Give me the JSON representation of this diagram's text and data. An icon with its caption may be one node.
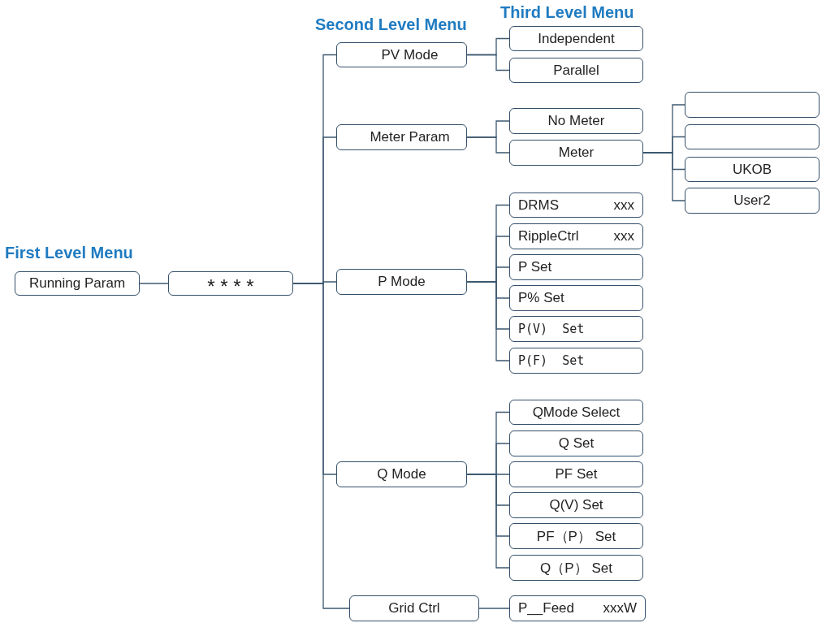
{
  "diagram": {
    "nodes": [
      {
        "text": [
          "Running Param"
        ]
      },
      {
        "text": [
          "* * * *"
        ]
      },
      {
        "text": [
          "PV Mode"
        ]
      },
      {
        "text": [
          "Meter Param"
        ]
      },
      {
        "text": [
          "P Mode"
        ]
      },
      {
        "text": [
          "Q Mode"
        ]
      },
      {
        "text": [
          "Grid Ctrl"
        ]
      },
      {
        "text": [
          "Independent"
        ]
      },
      {
        "text": [
          "Parallel"
        ]
      },
      {
        "text": [
          "No Meter"
        ]
      },
      {
        "text": [
          "Meter"
        ]
      },
      {
        "text": [],
        "shape": "box"
      },
      {
        "text": [],
        "shape": "box"
      },
      {
        "text": [
          "UKOB"
        ]
      },
      {
        "text": [
          "User2"
        ]
      },
      {
        "text": [
          "DRMS",
          "xxx"
        ]
      },
      {
        "text": [
          "RippleCtrl",
          "xxx"
        ]
      },
      {
        "text": [
          "P Set"
        ]
      },
      {
        "text": [
          "P% Set"
        ]
      },
      {
        "text": [
          "P(V)  Set"
        ]
      },
      {
        "text": [
          "P(F)  Set"
        ]
      },
      {
        "text": [
          "QMode Select"
        ]
      },
      {
        "text": [
          "Q Set"
        ]
      },
      {
        "text": [
          "PF Set"
        ]
      },
      {
        "text": [
          "Q(V) Set"
        ]
      },
      {
        "text": [
          "PF（P） Set"
        ]
      },
      {
        "text": [
          "Q（P） Set"
        ]
      },
      {
        "text": [
          "P__Feed",
          "xxxW"
        ]
      }
    ],
    "edges": [
      {
        "from": 0,
        "to": 1,
        "arrow": "none"
      },
      {
        "from": 1,
        "to": 2,
        "arrow": "none"
      },
      {
        "from": 1,
        "to": 3,
        "arrow": "none"
      },
      {
        "from": 1,
        "to": 4,
        "arrow": "none"
      },
      {
        "from": 1,
        "to": 5,
        "arrow": "none"
      },
      {
        "from": 1,
        "to": 6,
        "arrow": "none"
      },
      {
        "from": 2,
        "to": 7,
        "arrow": "none"
      },
      {
        "from": 2,
        "to": 8,
        "arrow": "none"
      },
      {
        "from": 3,
        "to": 9,
        "arrow": "none"
      },
      {
        "from": 3,
        "to": 10,
        "arrow": "none"
      },
      {
        "from": 10,
        "to": 11,
        "arrow": "none"
      },
      {
        "from": 10,
        "to": 12,
        "arrow": "none"
      },
      {
        "from": 10,
        "to": 13,
        "arrow": "none"
      },
      {
        "from": 10,
        "to": 14,
        "arrow": "none"
      },
      {
        "from": 4,
        "to": 15,
        "arrow": "none"
      },
      {
        "from": 4,
        "to": 16,
        "arrow": "none"
      },
      {
        "from": 4,
        "to": 17,
        "arrow": "none"
      },
      {
        "from": 4,
        "to": 18,
        "arrow": "none"
      },
      {
        "from": 4,
        "to": 19,
        "arrow": "none"
      },
      {
        "from": 4,
        "to": 20,
        "arrow": "none"
      },
      {
        "from": 5,
        "to": 21,
        "arrow": "none"
      },
      {
        "from": 5,
        "to": 22,
        "arrow": "none"
      },
      {
        "from": 5,
        "to": 23,
        "arrow": "none"
      },
      {
        "from": 5,
        "to": 24,
        "arrow": "none"
      },
      {
        "from": 5,
        "to": 25,
        "arrow": "none"
      },
      {
        "from": 5,
        "to": 26,
        "arrow": "none"
      },
      {
        "from": 6,
        "to": 27,
        "arrow": "none"
      }
    ],
    "labels": [
      "Third Level Menu",
      "Second Level Menu",
      "First Level Menu"
    ]
  }
}
